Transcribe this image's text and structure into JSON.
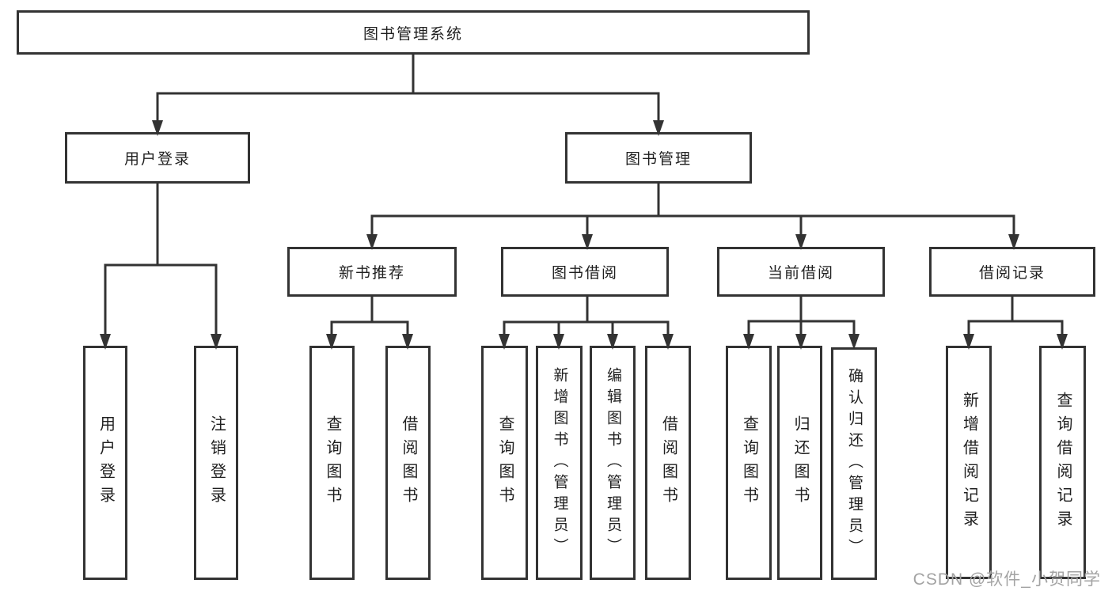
{
  "tree": {
    "root": "图书管理系统",
    "level2": [
      "用户登录",
      "图书管理"
    ],
    "level3": [
      "新书推荐",
      "图书借阅",
      "当前借阅",
      "借阅记录"
    ],
    "leaves": {
      "userLogin": [
        "用户登录",
        "注销登录"
      ],
      "newBooks": [
        "查询图书",
        "借阅图书"
      ],
      "bookBorrow": [
        "查询图书",
        "新增图书（管理员）",
        "编辑图书（管理员）",
        "借阅图书"
      ],
      "currentBorrow": [
        "查询图书",
        "归还图书",
        "确认归还（管理员）"
      ],
      "borrowRecords": [
        "新增借阅记录",
        "查询借阅记录"
      ]
    }
  },
  "watermark": "CSDN @软件_小贺同学",
  "colors": {
    "line": "#333333",
    "text": "#1f1f1f",
    "background": "#ffffff",
    "watermark": "#a3a3a3"
  }
}
